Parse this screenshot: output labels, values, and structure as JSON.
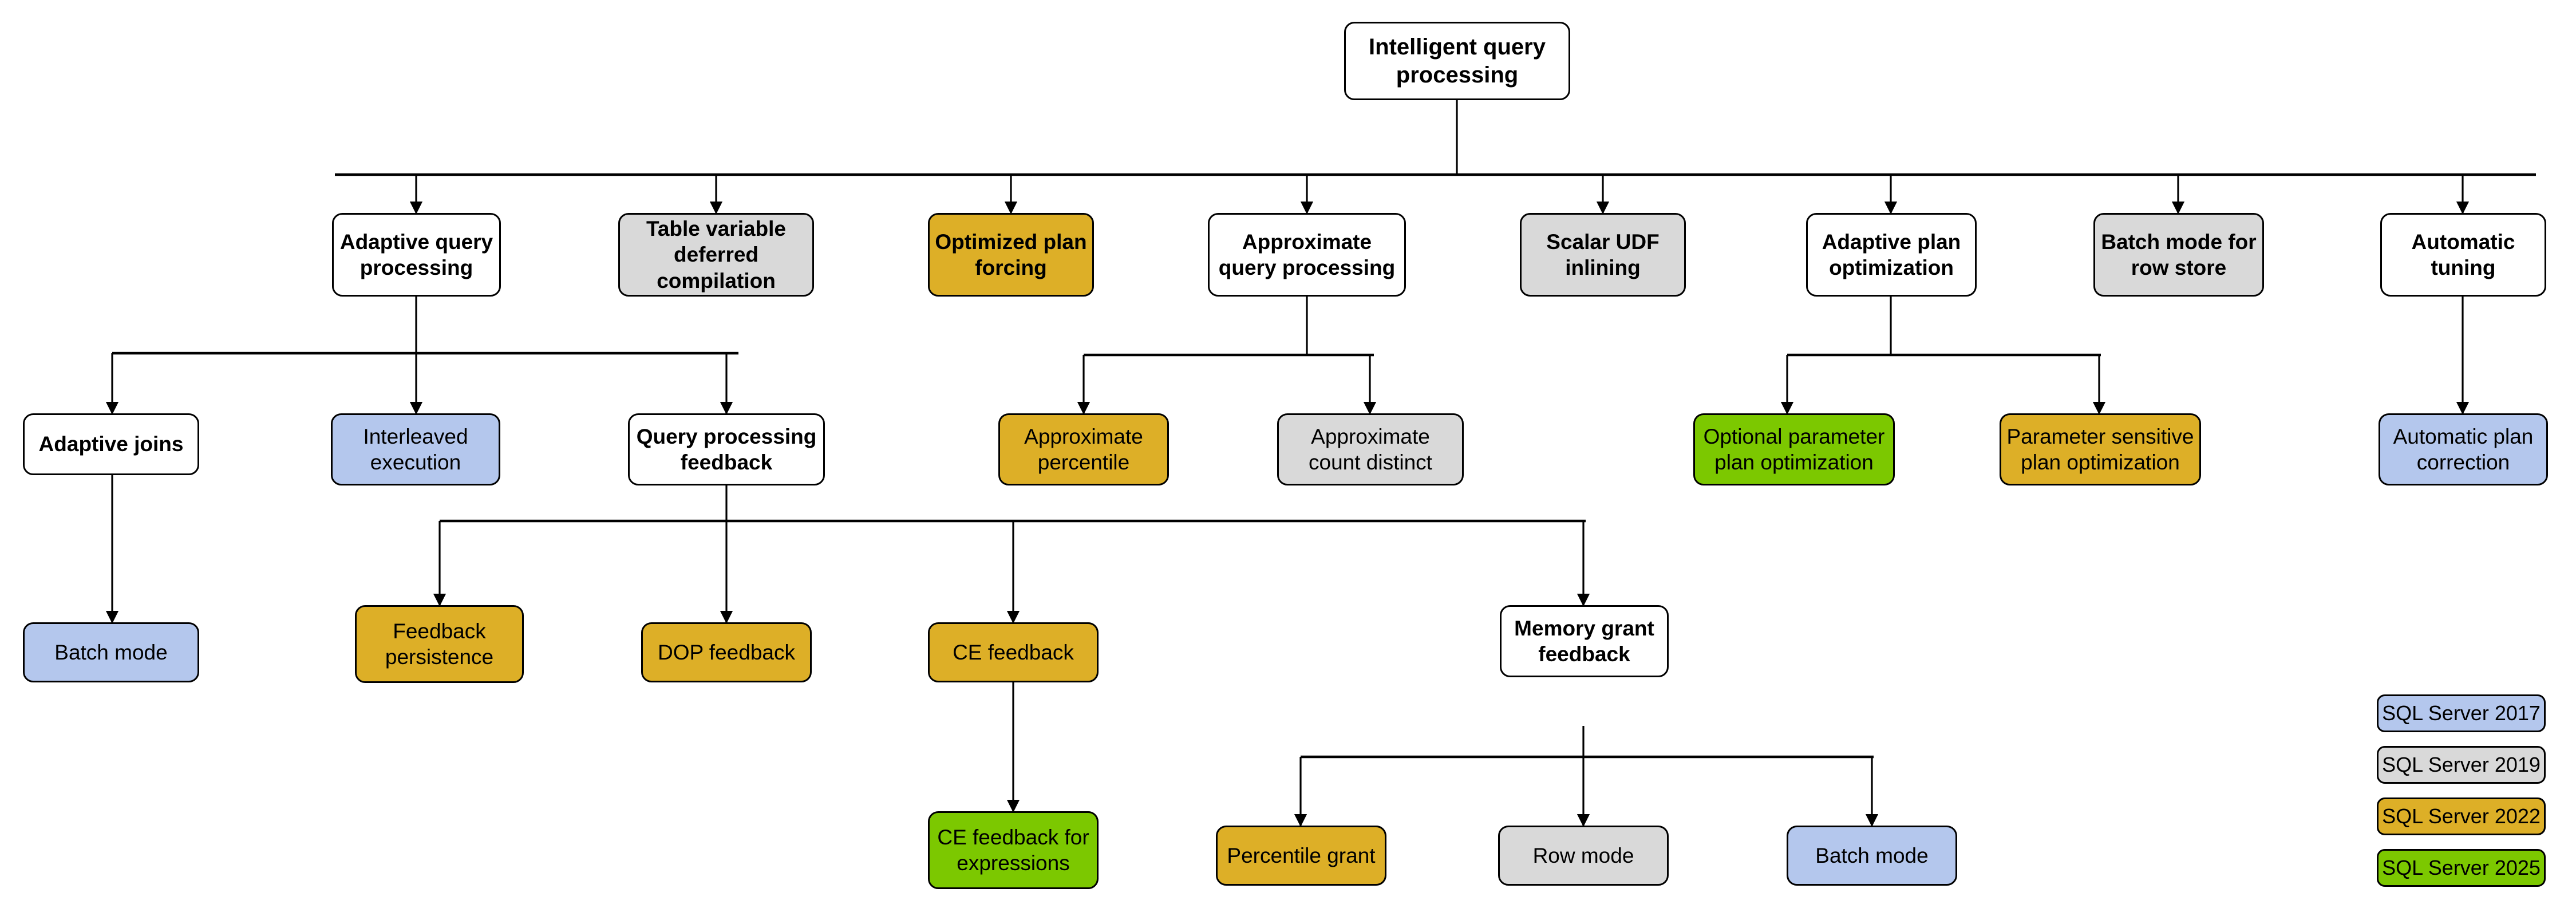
{
  "diagram": {
    "title": "Intelligent query processing",
    "type": "tree",
    "colors": {
      "sql_server_2017": "#b4c7ed",
      "sql_server_2019": "#d9d9d9",
      "sql_server_2022": "#ddaf27",
      "sql_server_2025": "#7cc800",
      "neutral": "#ffffff",
      "stroke": "#000000"
    },
    "root": {
      "label": "Intelligent query processing",
      "color": "white"
    },
    "level2": [
      {
        "label": "Adaptive query processing",
        "color": "white"
      },
      {
        "label": "Table variable deferred compilation",
        "color": "grey"
      },
      {
        "label": "Optimized plan forcing",
        "color": "orange"
      },
      {
        "label": "Approximate query processing",
        "color": "white"
      },
      {
        "label": "Scalar UDF inlining",
        "color": "grey"
      },
      {
        "label": "Adaptive plan optimization",
        "color": "white"
      },
      {
        "label": "Batch mode for row store",
        "color": "grey"
      },
      {
        "label": "Automatic tuning",
        "color": "white"
      }
    ],
    "level3": [
      {
        "label": "Adaptive joins",
        "color": "white"
      },
      {
        "label": "Interleaved execution",
        "color": "blue"
      },
      {
        "label": "Query processing feedback",
        "color": "white"
      },
      {
        "label": "Approximate percentile",
        "color": "orange"
      },
      {
        "label": "Approximate count distinct",
        "color": "grey"
      },
      {
        "label": "Optional parameter plan optimization",
        "color": "green"
      },
      {
        "label": "Parameter sensitive plan optimization",
        "color": "orange"
      },
      {
        "label": "Automatic plan correction",
        "color": "blue"
      }
    ],
    "level4": [
      {
        "label": "Batch mode",
        "color": "blue"
      },
      {
        "label": "Feedback persistence",
        "color": "orange"
      },
      {
        "label": "DOP feedback",
        "color": "orange"
      },
      {
        "label": "CE feedback",
        "color": "orange"
      },
      {
        "label": "Memory grant feedback",
        "color": "white"
      }
    ],
    "level5": [
      {
        "label": "CE feedback for expressions",
        "color": "green"
      },
      {
        "label": "Percentile grant",
        "color": "orange"
      },
      {
        "label": "Row mode",
        "color": "grey"
      },
      {
        "label": "Batch mode",
        "color": "blue"
      }
    ],
    "legend": [
      {
        "label": "SQL Server 2017",
        "color": "blue"
      },
      {
        "label": "SQL Server 2019",
        "color": "grey"
      },
      {
        "label": "SQL Server 2022",
        "color": "orange"
      },
      {
        "label": "SQL Server 2025",
        "color": "green"
      }
    ]
  }
}
